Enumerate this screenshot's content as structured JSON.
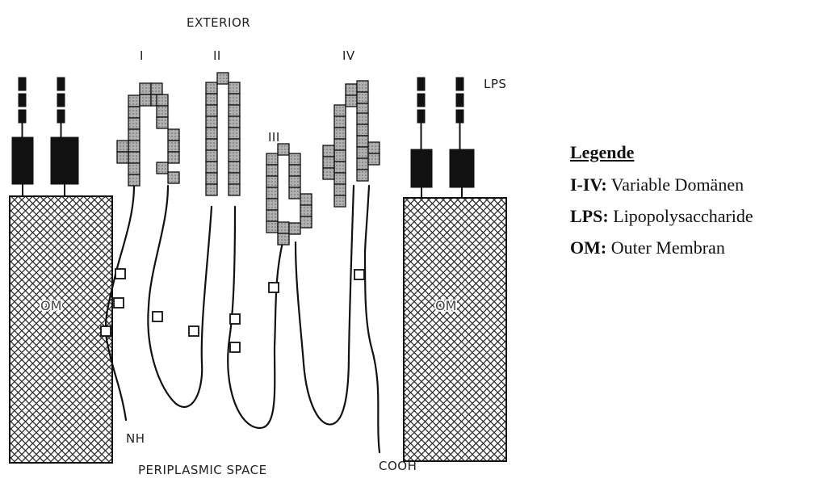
{
  "labels": {
    "exterior": "EXTERIOR",
    "periplasmic": "PERIPLASMIC SPACE",
    "lps": "LPS",
    "nh": "NH",
    "cooh": "COOH",
    "om_left": "OM",
    "om_right": "OM",
    "loop1": "I",
    "loop2": "II",
    "loop3": "III",
    "loop4": "IV"
  },
  "legend": {
    "title": "Legende",
    "items": [
      {
        "key": "I-IV:",
        "text": "Variable Domänen"
      },
      {
        "key": "LPS:",
        "text": "Lipopolysaccharide"
      },
      {
        "key": "OM:",
        "text": "Outer Membran"
      }
    ]
  },
  "colors": {
    "loop_square_fill": "#a8a8a8",
    "lps_fill": "#111111",
    "membrane_hatch": "#333333",
    "line": "#111111"
  }
}
